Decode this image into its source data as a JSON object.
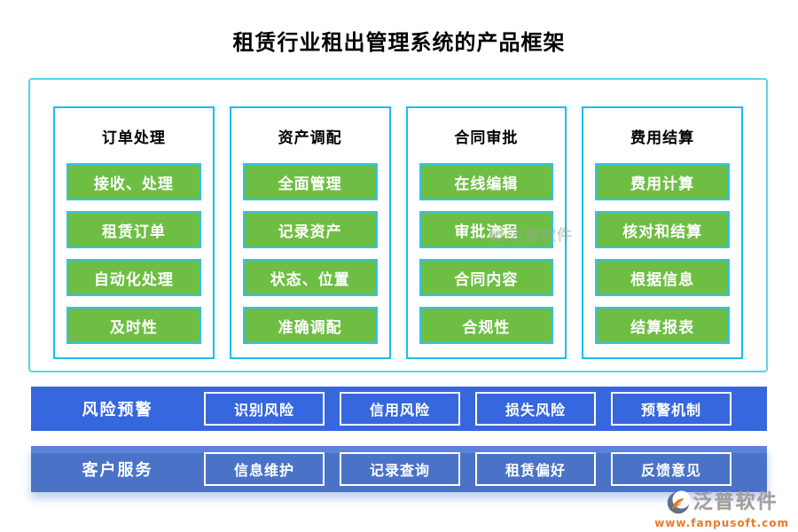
{
  "title": "租赁行业租出管理系统的产品框架",
  "columns": [
    {
      "header": "订单处理",
      "items": [
        "接收、处理",
        "租赁订单",
        "自动化处理",
        "及时性"
      ]
    },
    {
      "header": "资产调配",
      "items": [
        "全面管理",
        "记录资产",
        "状态、位置",
        "准确调配"
      ]
    },
    {
      "header": "合同审批",
      "items": [
        "在线编辑",
        "审批流程",
        "合同内容",
        "合规性"
      ]
    },
    {
      "header": "费用结算",
      "items": [
        "费用计算",
        "核对和结算",
        "根据信息",
        "结算报表"
      ]
    }
  ],
  "bands": [
    {
      "label": "风险预警",
      "items": [
        "识别风险",
        "信用风险",
        "损失风险",
        "预警机制"
      ]
    },
    {
      "label": "客户服务",
      "items": [
        "信息维护",
        "记录查询",
        "租赁偏好",
        "反馈意见"
      ]
    }
  ],
  "watermark_center": {
    "text": "泛普软件"
  },
  "footer": {
    "brand": "泛普软件",
    "url": "www.fanpusoft.com"
  },
  "colors": {
    "feature_green": "#6fbe44",
    "cyan_border": "#2cc4ef",
    "outer_border": "#55d6e6",
    "column_border": "#1bbde9",
    "band_risk_blue": "#3767de",
    "band_service_blue": "#4a73c8",
    "brand_orange": "#e8792c"
  }
}
